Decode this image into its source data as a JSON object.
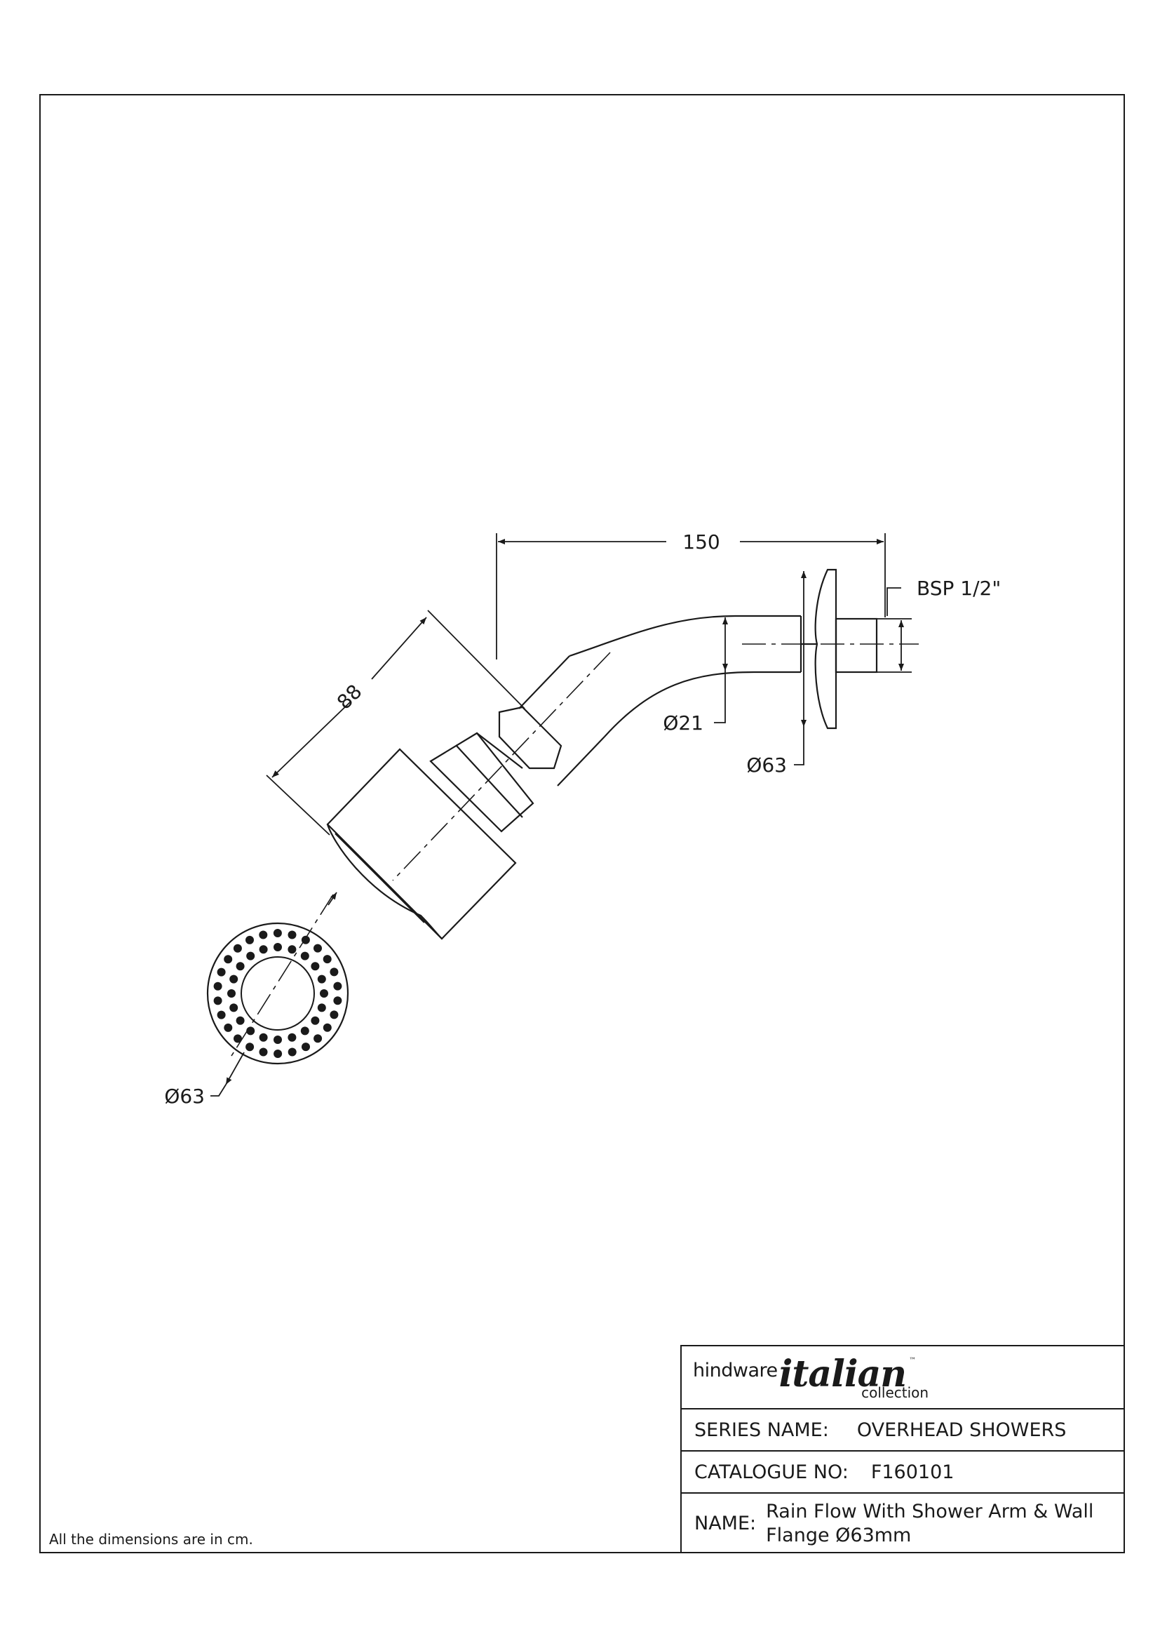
{
  "dimensions": {
    "arm_length": "150",
    "head_depth": "88",
    "thread": "BSP 1/2\"",
    "arm_diameter": "Ø21",
    "flange_diameter": "Ø63",
    "face_diameter": "Ø63"
  },
  "footnote": "All the dimensions are in cm.",
  "title_block": {
    "logo": {
      "brand": "hindware",
      "line": "italian",
      "sub": "collection",
      "tm": "™"
    },
    "series_label": "SERIES NAME:",
    "series_value": "OVERHEAD SHOWERS",
    "catalogue_label": "CATALOGUE NO:",
    "catalogue_value": "F160101",
    "name_label": "NAME:",
    "name_line1": "Rain Flow With Shower Arm & Wall",
    "name_line2": "Flange Ø63mm"
  }
}
